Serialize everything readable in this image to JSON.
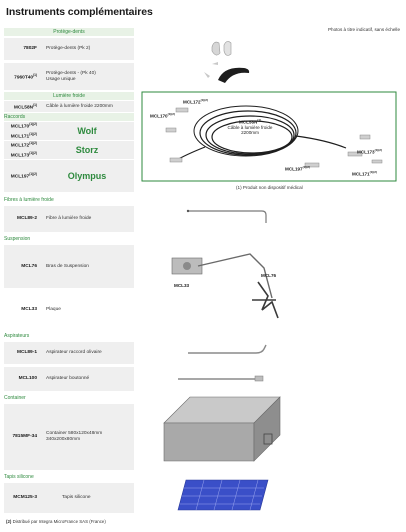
{
  "title": "Instruments complémentaires",
  "photo_note": "Photos à titre indicatif, sans échelle",
  "sections": {
    "protege": "Protège-dents",
    "lumiere": "Lumière froide",
    "raccords": "Raccords",
    "fibres": "Fibres à lumière froide",
    "suspension": "Suspension",
    "aspirateurs": "Aspirateurs",
    "container": "Container",
    "tapis": "Tapis silicone"
  },
  "rows": {
    "r1": {
      "code": "7802F",
      "desc": "Protège-dents (Pk 2)"
    },
    "r2": {
      "code": "7960T40",
      "sup": "(1)",
      "desc1": "Protège-dents - (Pk 40)",
      "desc2": "Usage unique"
    },
    "r3": {
      "code": "MCL58N",
      "sup": "(1)",
      "desc": "Câble à lumière froide 2200mm"
    },
    "wolf": {
      "code1": "MCL170",
      "sup1": "(1)(2)",
      "code2": "MCL171",
      "sup2": "(1)(2)",
      "brand": "Wolf"
    },
    "storz": {
      "code1": "MCL172",
      "sup1": "(1)(2)",
      "code2": "MCL173",
      "sup2": "(1)(2)",
      "brand": "Storz"
    },
    "olympus": {
      "code": "MCL197",
      "sup": "(1)(2)",
      "brand": "Olympus"
    },
    "r7": {
      "code": "MCL89-2",
      "desc": "Fibre à lumière froide"
    },
    "r8": {
      "code": "MCL76",
      "desc": "Bras de Suspension"
    },
    "r9": {
      "code": "MCL33",
      "desc": "Plaque"
    },
    "r10": {
      "code": "MCL89-1",
      "desc": "Aspirateur raccord olivaire"
    },
    "r11": {
      "code": "MCL100",
      "desc": "Aspirateur boutonné"
    },
    "r12": {
      "code": "7815MF-34",
      "desc1": "Container 580x120x48mm",
      "desc2": "340x200x80mm"
    },
    "r13": {
      "code": "MCM125-3",
      "desc": "Tapis silicone"
    }
  },
  "figure_labels": {
    "mcl172": "MCL172",
    "mcl172_sup": "(1)(2)",
    "mcl170": "MCL170",
    "mcl170_sup": "(1)(2)",
    "mcl58n": "MCL58N",
    "mcl58n_sup": "(1)",
    "mcl58n_desc1": "Câble à lumière froide",
    "mcl58n_desc2": "2200mm",
    "mcl173": "MCL173",
    "mcl173_sup": "(1)(2)",
    "mcl197": "MCL197",
    "mcl197_sup": "(1)(2)",
    "mcl171": "MCL171",
    "mcl171_sup": "(1)(2)",
    "mcl76": "MCL76",
    "mcl33": "MCL33"
  },
  "footnote_1": "(1) Produit non dispositif médical",
  "footnote_2_mark": "(2)",
  "footnote_2_text": "Distribué par Integra MicroFrance SAS (France)",
  "colors": {
    "green": "#2e8a3e",
    "row_bg": "#efefef",
    "band_bg": "#e8f2e6"
  }
}
